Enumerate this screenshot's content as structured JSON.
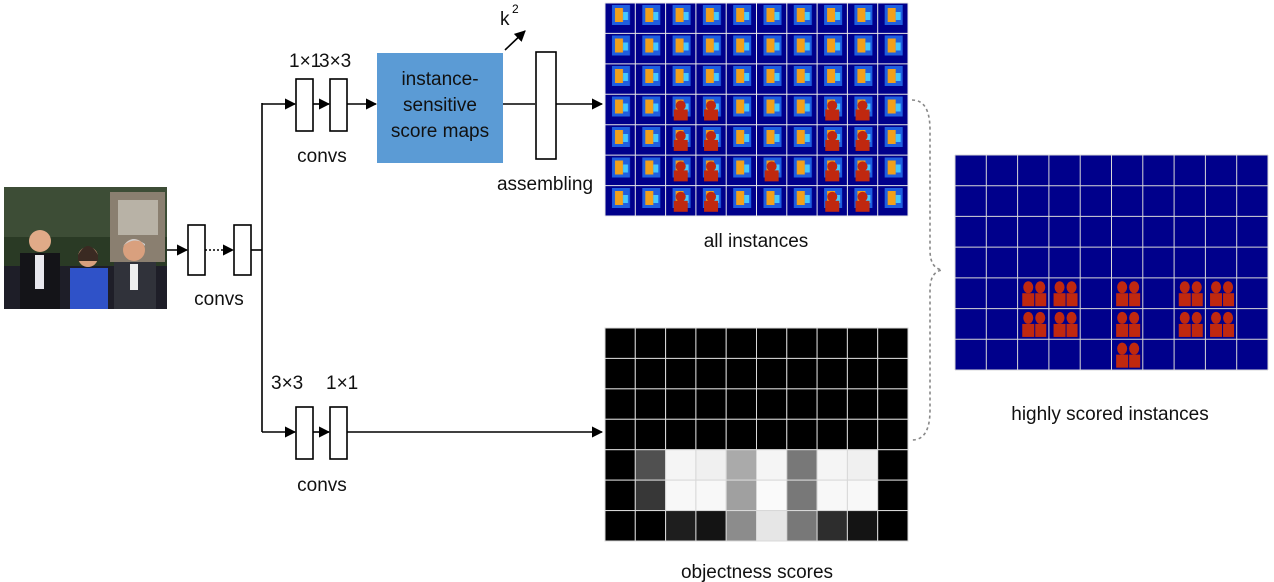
{
  "labels": {
    "convs_main": "convs",
    "convs_top": "convs",
    "convs_bottom": "convs",
    "k_top": "1×1",
    "k_top2": "3×3",
    "k_bottom": "3×3",
    "k_bottom2": "1×1",
    "score_maps_line1": "instance-",
    "score_maps_line2": "sensitive",
    "score_maps_line3": "score maps",
    "k_squared_base": "k",
    "k_squared_exp": "2",
    "assembling": "assembling",
    "all_instances": "all instances",
    "objectness_scores": "objectness scores",
    "highly_scored": "highly scored instances"
  },
  "colors": {
    "score_maps_box": "#5b9bd5",
    "heatmap_background": "#00008b",
    "heatmap_hot": "#c0280f",
    "grid_line": "#d8d8d8"
  },
  "objectness_grid": {
    "rows": 7,
    "cols": 10,
    "gray_levels": [
      [
        0,
        0,
        0,
        0,
        0,
        0,
        0,
        0,
        0,
        0
      ],
      [
        0,
        0,
        0,
        0,
        0,
        0,
        0,
        0,
        0,
        0
      ],
      [
        0,
        0,
        0,
        0,
        0,
        0,
        0,
        0,
        0,
        0
      ],
      [
        0,
        0,
        0,
        0,
        0,
        0,
        0,
        0,
        0,
        0
      ],
      [
        0,
        80,
        245,
        240,
        170,
        245,
        120,
        245,
        240,
        0
      ],
      [
        0,
        55,
        248,
        248,
        160,
        250,
        120,
        248,
        248,
        0
      ],
      [
        0,
        0,
        30,
        20,
        140,
        230,
        120,
        45,
        20,
        0
      ]
    ]
  },
  "highly_scored_grid": {
    "rows": 7,
    "cols": 10,
    "instance_cells": [
      [
        4,
        2
      ],
      [
        4,
        3
      ],
      [
        5,
        2
      ],
      [
        5,
        3
      ],
      [
        4,
        5
      ],
      [
        5,
        5
      ],
      [
        6,
        5
      ],
      [
        4,
        7
      ],
      [
        4,
        8
      ],
      [
        5,
        7
      ],
      [
        5,
        8
      ]
    ]
  },
  "photo": {
    "icon": "photo-of-three-people"
  }
}
